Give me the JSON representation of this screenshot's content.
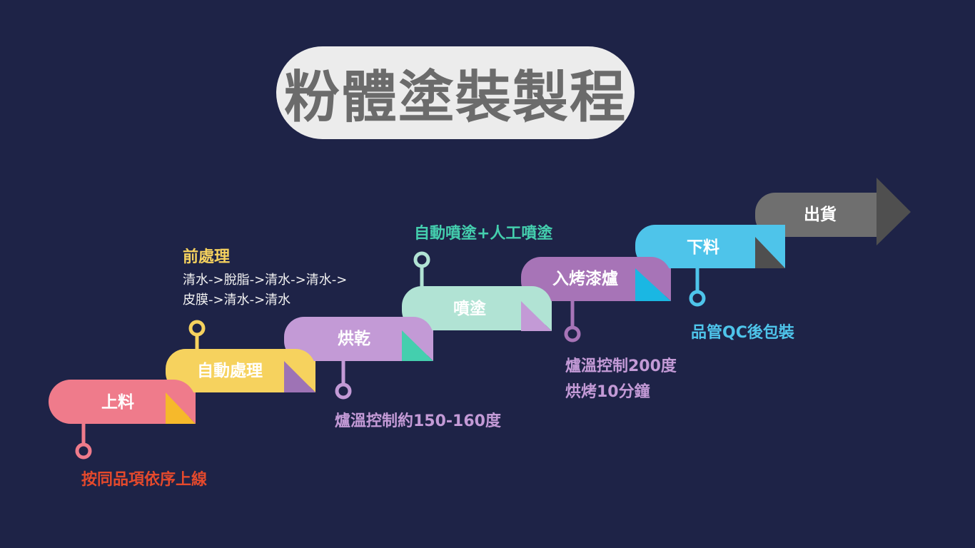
{
  "title": "粉體塗裝製程",
  "steps": [
    {
      "label": "上料",
      "color": "#ef7b8b",
      "fold": "#f6b92b"
    },
    {
      "label": "自動處理",
      "color": "#f6d25e",
      "fold": "#9e73b5"
    },
    {
      "label": "烘乾",
      "color": "#c39ad6",
      "fold": "#44cfae"
    },
    {
      "label": "噴塗",
      "color": "#b1e3d4",
      "fold": "#c39ad6"
    },
    {
      "label": "入烤漆爐",
      "color": "#a774b7",
      "fold": "#1ab7e3"
    },
    {
      "label": "下料",
      "color": "#4ec4ea",
      "fold": "#4f4f4f"
    },
    {
      "label": "出貨",
      "color": "#6f6f6f",
      "fold": "#4f4f4f"
    }
  ],
  "notes": {
    "loading": {
      "text": "按同品項依序上線",
      "color": "#e4492c"
    },
    "pretreat_title": {
      "text": "前處理",
      "color": "#f6d25e"
    },
    "pretreat_line1": "清水->脫脂->清水->清水->",
    "pretreat_line2": "皮膜->清水->清水",
    "drying": {
      "text": "爐溫控制約150-160度",
      "color": "#c39ad6"
    },
    "spraying": {
      "text": "自動噴塗+人工噴塗",
      "color": "#44cfae"
    },
    "oven_line1": "爐溫控制200度",
    "oven_line2": "烘烤10分鐘",
    "oven_color": "#c39ad6",
    "unloading": {
      "text": "品管QC後包裝",
      "color": "#4ec4ea"
    }
  }
}
